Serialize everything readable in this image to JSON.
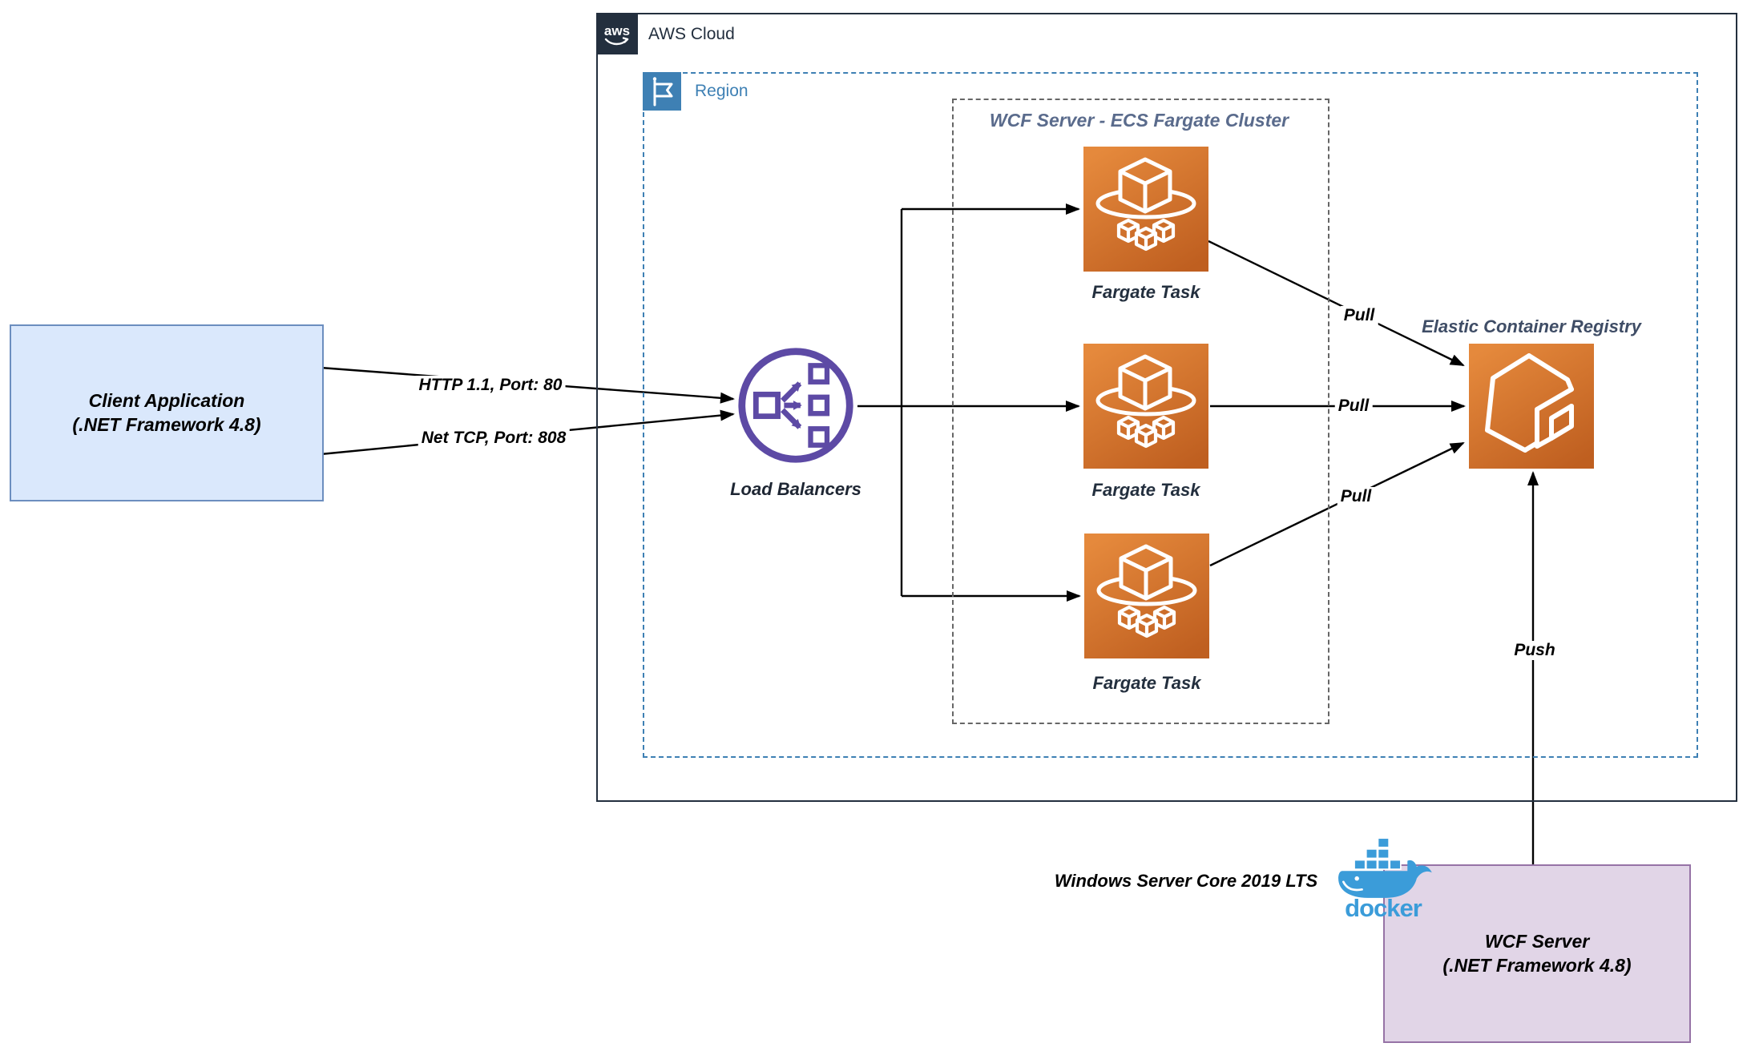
{
  "colors": {
    "aws_dark": "#232F3E",
    "region_blue": "#3E80B4",
    "cluster_dash_gray": "#666666",
    "service_orange_light": "#E5893C",
    "service_orange_dark": "#BF5F20",
    "load_balancer_purple": "#5D4AA5",
    "client_box_fill": "#DAE8FC",
    "client_box_border": "#6C8EBF",
    "wcf_box_fill": "#E1D5E7",
    "wcf_box_border": "#9673A6",
    "docker_blue": "#3B9CD9",
    "cluster_title_slate": "#5A6B8C",
    "edge_black": "#000000"
  },
  "groups": {
    "aws_cloud": {
      "label": "AWS Cloud",
      "logo_text": "aws"
    },
    "region": {
      "label": "Region"
    },
    "cluster": {
      "title": "WCF Server - ECS Fargate Cluster"
    }
  },
  "nodes": {
    "client": {
      "line1": "Client Application",
      "line2": "(.NET Framework 4.8)"
    },
    "load_balancers": {
      "label": "Load Balancers"
    },
    "fargate_tasks": [
      {
        "label": "Fargate Task"
      },
      {
        "label": "Fargate Task"
      },
      {
        "label": "Fargate Task"
      }
    ],
    "ecr": {
      "label": "Elastic Container Registry"
    },
    "wcf_server": {
      "line1": "WCF Server",
      "line2": "(.NET Framework 4.8)"
    },
    "docker": {
      "wordmark": "docker"
    },
    "windows_note": "Windows Server Core 2019 LTS"
  },
  "edges": {
    "http": {
      "label": "HTTP 1.1, Port: 80"
    },
    "net_tcp": {
      "label": "Net TCP, Port: 808"
    },
    "pull_top": {
      "label": "Pull"
    },
    "pull_mid": {
      "label": "Pull"
    },
    "pull_bottom": {
      "label": "Pull"
    },
    "push": {
      "label": "Push"
    }
  }
}
